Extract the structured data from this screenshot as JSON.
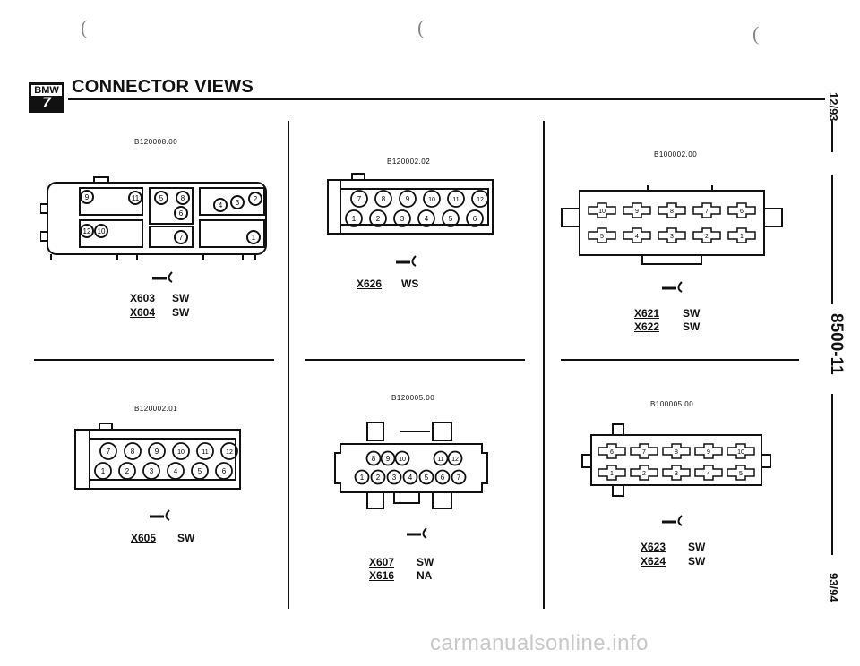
{
  "header": {
    "paren_marks": [
      "(",
      "(",
      "("
    ],
    "logo_brand": "BMW",
    "logo_series": "7",
    "title": "CONNECTOR VIEWS"
  },
  "side": {
    "date": "12/93",
    "section": "8500-11",
    "edition": "93/94"
  },
  "panels": [
    {
      "code": "B120008.00",
      "connectors": [
        {
          "id": "X603",
          "color": "SW"
        },
        {
          "id": "X604",
          "color": "SW"
        }
      ]
    },
    {
      "code": "B120002.02",
      "connectors": [
        {
          "id": "X626",
          "color": "WS"
        }
      ]
    },
    {
      "code": "B100002.00",
      "connectors": [
        {
          "id": "X621",
          "color": "SW"
        },
        {
          "id": "X622",
          "color": "SW"
        }
      ]
    },
    {
      "code": "B120002.01",
      "connectors": [
        {
          "id": "X605",
          "color": "SW"
        }
      ]
    },
    {
      "code": "B120005.00",
      "connectors": [
        {
          "id": "X607",
          "color": "SW"
        },
        {
          "id": "X616",
          "color": "NA"
        }
      ]
    },
    {
      "code": "B100005.00",
      "connectors": [
        {
          "id": "X623",
          "color": "SW"
        },
        {
          "id": "X624",
          "color": "SW"
        }
      ]
    }
  ],
  "pins": {
    "p1": [
      "9",
      "11",
      "5",
      "8",
      "6",
      "4",
      "3",
      "2",
      "12",
      "10",
      "7",
      "1"
    ],
    "p2_top": [
      "7",
      "8",
      "9",
      "10",
      "11",
      "12"
    ],
    "p2_bottom": [
      "1",
      "2",
      "3",
      "4",
      "5",
      "6"
    ],
    "p5_top": [
      "8",
      "9",
      "10",
      "11",
      "12"
    ],
    "p5_bottom": [
      "1",
      "2",
      "3",
      "4",
      "5",
      "6",
      "7"
    ],
    "p3_top": [
      "10",
      "9",
      "8",
      "7",
      "6"
    ],
    "p3_bottom": [
      "5",
      "4",
      "3",
      "2",
      "1"
    ],
    "p6_top": [
      "6",
      "7",
      "8",
      "9",
      "10"
    ],
    "p6_bottom": [
      "1",
      "2",
      "3",
      "4",
      "5"
    ]
  },
  "watermark": "carmanualsonline.info"
}
